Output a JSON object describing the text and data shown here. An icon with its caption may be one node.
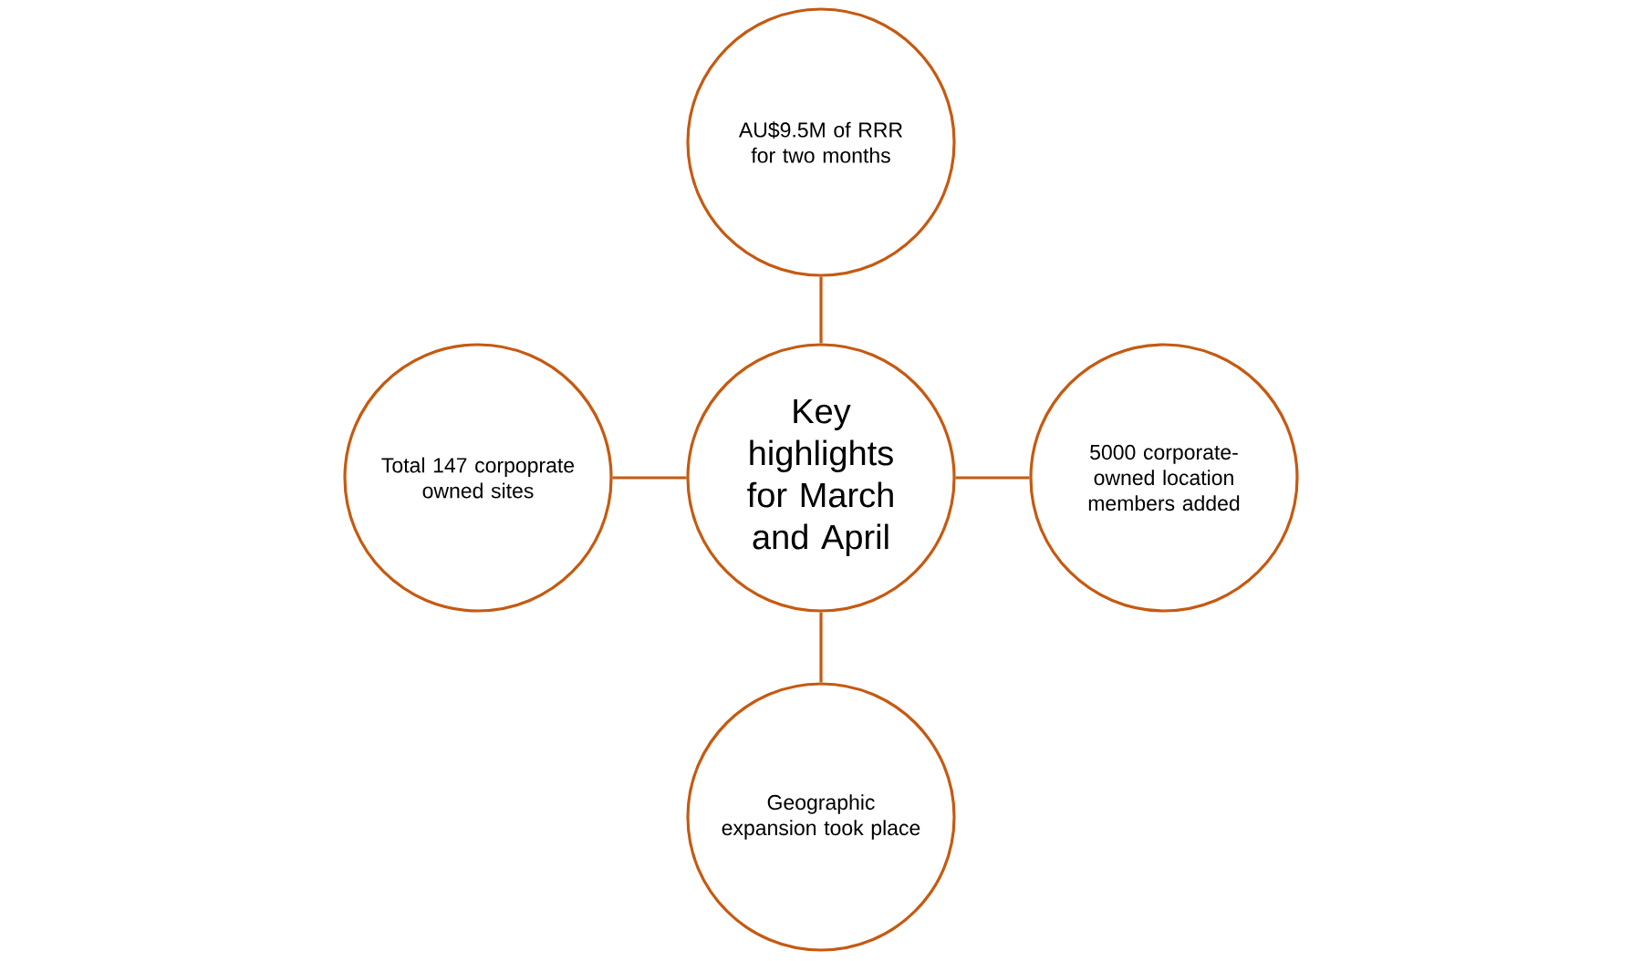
{
  "diagram": {
    "nodes": [
      {
        "text": [
          "AU$9.5M of RRR for two months"
        ]
      },
      {
        "text": [
          "Total 147 corpoprate owned sites"
        ]
      },
      {
        "text": [
          "Key highlights for March and April"
        ]
      },
      {
        "text": [
          "5000 corporate-owned location members added"
        ]
      },
      {
        "text": [
          "Geographic expansion took place"
        ]
      }
    ],
    "edges": [
      {
        "from": 2,
        "to": 0,
        "arrow": "none"
      },
      {
        "from": 2,
        "to": 1,
        "arrow": "none"
      },
      {
        "from": 2,
        "to": 3,
        "arrow": "none"
      },
      {
        "from": 2,
        "to": 4,
        "arrow": "none"
      }
    ]
  }
}
